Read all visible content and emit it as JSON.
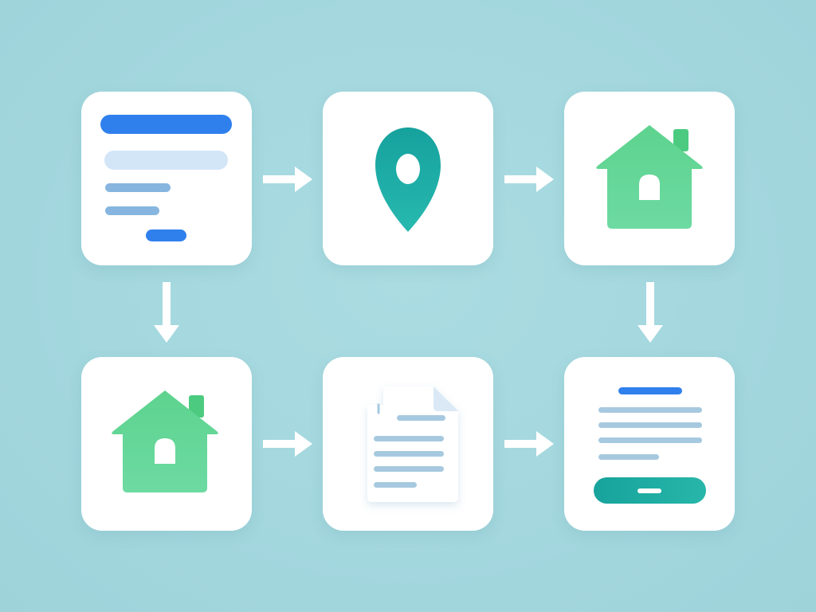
{
  "diagram": {
    "background_color": "#a4d8df",
    "card_color": "#ffffff",
    "arrow_color": "#ffffff",
    "steps": [
      {
        "id": "step-1",
        "icon": "form-icon"
      },
      {
        "id": "step-2",
        "icon": "location-pin-icon"
      },
      {
        "id": "step-3",
        "icon": "house-icon"
      },
      {
        "id": "step-4",
        "icon": "house-icon"
      },
      {
        "id": "step-5",
        "icon": "document-icon"
      },
      {
        "id": "step-6",
        "icon": "confirmation-form-icon"
      }
    ],
    "connections": [
      {
        "from": "step-1",
        "to": "step-2",
        "direction": "right"
      },
      {
        "from": "step-2",
        "to": "step-3",
        "direction": "right"
      },
      {
        "from": "step-3",
        "to": "step-6",
        "direction": "down"
      },
      {
        "from": "step-1",
        "to": "step-4",
        "direction": "down"
      },
      {
        "from": "step-4",
        "to": "step-5",
        "direction": "right"
      },
      {
        "from": "step-5",
        "to": "step-6",
        "direction": "right"
      }
    ],
    "colors": {
      "accent_blue": "#2f80ed",
      "light_blue": "#d3e6f8",
      "muted_blue": "#86b6e0",
      "teal": "#1aa79f",
      "green": "#5fd695",
      "line_gray_blue": "#a6c9df"
    }
  }
}
